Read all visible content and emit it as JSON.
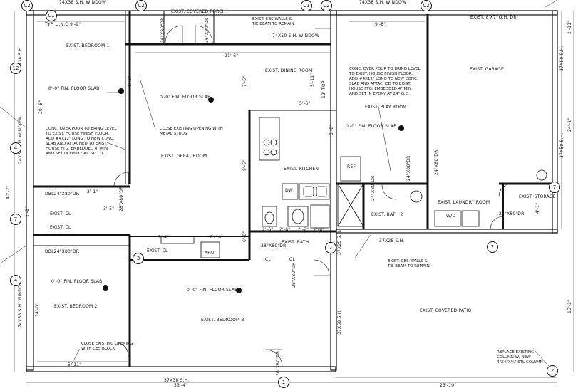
{
  "rooms": {
    "bedroom1": "EXIST. BEDROOM 1",
    "bedroom2": "EXIST. BEDROOM 2",
    "bedroom3": "EXIST. BEDROOM 3",
    "great_room": "EXIST. GREAT ROOM",
    "dining_room": "EXIST. DINING ROOM",
    "kitchen": "EXIST. KITCHEN",
    "play_room": "EXIST. PLAY ROOM",
    "garage": "EXIST. GARAGE",
    "laundry": "EXIST. LAUNDRY ROOM",
    "storage": "EXIST. STORAGE",
    "bath": "EXIST. BATH",
    "bath2": "EXIST. BATH 2",
    "closet": "EXIST. CL",
    "closet_a": "EXIST. CL",
    "closet_b": "EXIST. CL",
    "covered_porch": "EXIST. COVERED PORCH",
    "covered_patio": "EXIST. COVERED PATIO",
    "ahu": "AHU",
    "ref": "REF",
    "dw": "DW",
    "wd": "W/D",
    "cl1": "CL",
    "cl2": "CL"
  },
  "slabs": {
    "bedroom1": "0'-0\" FIN. FLOOR SLAB",
    "great_room": "0'-0\" FIN. FLOOR SLAB",
    "play_room": "0'-0\" FIN. FLOOR SLAB",
    "bedroom2": "0'-0\" FIN. FLOOR SLAB",
    "bedroom3": "0'-0\" FIN. FLOOR SLAB"
  },
  "windows": {
    "w1": "74X38 S.H. WINDOW",
    "w2": "74X38 S.H. WINDOW",
    "w3": "74X50 S.H. WINDOW",
    "w4": "74X38 S.H. WINDOW",
    "w5": "74X38 S.H. WINDOW",
    "w6": "37X38 S.H.",
    "w7": "37X38 S.H.",
    "w8": "37X50 S.H.",
    "w9": "37X50 S.H.",
    "w10": "37X25 S.H.",
    "w11": "37X25 S.H.",
    "w12": "37X50 S.H.",
    "gd": "EXIST. 8'X7' O.H. DR",
    "typ": "TYP. U.N.O"
  },
  "doors": {
    "d1": "36\"X80\"DR",
    "d2": "36\"X80\"DR",
    "d3": "DBL24\"X80\"DR",
    "d4": "DBL24\"X80\"DR",
    "d5": "24\"X80\"DR",
    "d6": "24\"X80\"DR",
    "d7": "28\"X80\"DR",
    "d8": "24\"X80\"DR",
    "d9": "24\"X80\"DR",
    "d10": "28\"X80\"DR",
    "d11": "36\"X80\"DR",
    "d12": "28\"X80\"DR"
  },
  "notes": {
    "conc1": "CONC. OVER POUR TO BRING LEVEL\nTO EXIST. HOUSE FINISH FLOOR.\nADD #4X12\" LONG TO NEW CONC.\nSLAB AND ATTACHED TO EXIST.\nHOUSE FTG. EMBEDDED 4\" MIN.\nAND SET IN EPOXY AT 24\" O.C.",
    "conc2": "CONC. OVER POUR TO BRING LEVEL\nTO EXIST. HOUSE FINISH FLOOR.\nADD #4X12\" LONG TO NEW CONC.\nSLAB AND ATTACHED TO EXIST.\nHOUSE FTG. EMBEDDED 4\" MIN.\nAND SET IN EPOXY AT 24\" O.C.",
    "close_studs": "CLOSE EXISTING OPENING WITH\nMETAL STUDS",
    "close_cbs": "CLOSE EXISTING OPENING\nWITH CBS BLOCK",
    "cbs_top": "EXIST. CBS WALLS &\nTIE BEAM TO REMAIN",
    "cbs_mid": "EXIST. CBS WALLS &\nTIE BEAM TO REMAIN",
    "replace_col": "REPLACE EXISTING\nCOLUMN W/ NEW\n4\"X4\"X¼\" STL COLUMN"
  },
  "dims": {
    "a": "9'-9\"",
    "b": "9'-8\"",
    "c": "21'-6\"",
    "d": "7'-6\"",
    "e": "5'-11\"",
    "f": "5'-6\"",
    "g": "12' TOP",
    "h": "5'-8\"",
    "i": "9'-5\"",
    "j": "20'-8\"",
    "k": "40'-2\"",
    "l": "14'-0\"",
    "m": "2'-1\"",
    "n": "3'-5\"",
    "o": "7'-4\"",
    "p": "2'-10\"",
    "q": "6'-8\"",
    "r": "2'-6\"",
    "s": "2'-6\"",
    "t": "2'-2\"",
    "u": "2'-6\"",
    "v": "5'-11\"",
    "w": "33'-4\"",
    "x": "23'-10\"",
    "y": "15'-2\"",
    "z": "24'-1\"",
    "aa": "2'-11\"",
    "bb": "4'-1\"",
    "cc": "1'-2\"",
    "dd": "0'-0\""
  },
  "bubbles": {
    "c1a": "C1",
    "c1b": "C1",
    "c2a": "C2",
    "c2b": "C2",
    "c2c": "C2",
    "c2d": "C2",
    "g1": "12",
    "g2": "4",
    "g3": "4",
    "g4": "1",
    "g5": "2",
    "g6": "3",
    "g7": "7",
    "g8": "7",
    "g9": "7",
    "g10": "2"
  }
}
